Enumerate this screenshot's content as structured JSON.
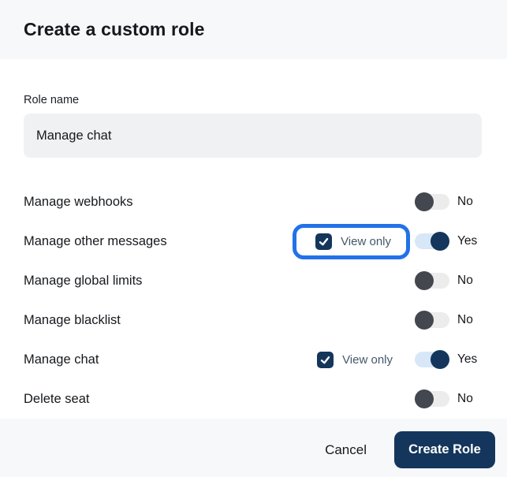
{
  "dialog": {
    "title": "Create a custom role",
    "role_name": {
      "label": "Role name",
      "value": "Manage chat"
    },
    "permissions": [
      {
        "label": "Manage webhooks",
        "toggle": "No",
        "enabled": false,
        "view_only": false,
        "highlighted": false
      },
      {
        "label": "Manage other messages",
        "toggle": "Yes",
        "enabled": true,
        "view_only": true,
        "view_only_label": "View only",
        "highlighted": true
      },
      {
        "label": "Manage global limits",
        "toggle": "No",
        "enabled": false,
        "view_only": false,
        "highlighted": false
      },
      {
        "label": "Manage blacklist",
        "toggle": "No",
        "enabled": false,
        "view_only": false,
        "highlighted": false
      },
      {
        "label": "Manage chat",
        "toggle": "Yes",
        "enabled": true,
        "view_only": true,
        "view_only_label": "View only",
        "highlighted": false
      },
      {
        "label": "Delete seat",
        "toggle": "No",
        "enabled": false,
        "view_only": false,
        "highlighted": false
      }
    ],
    "footer": {
      "cancel_label": "Cancel",
      "create_label": "Create Role"
    },
    "colors": {
      "highlight_border": "#2272e8",
      "primary_button": "#14365c",
      "toggle_on_track": "#d7e7f8",
      "toggle_on_knob": "#14365c",
      "toggle_off_track": "#ececed",
      "toggle_off_knob": "#43474f",
      "header_footer_bg": "#f7f8fa",
      "input_bg": "#f0f1f3"
    }
  }
}
